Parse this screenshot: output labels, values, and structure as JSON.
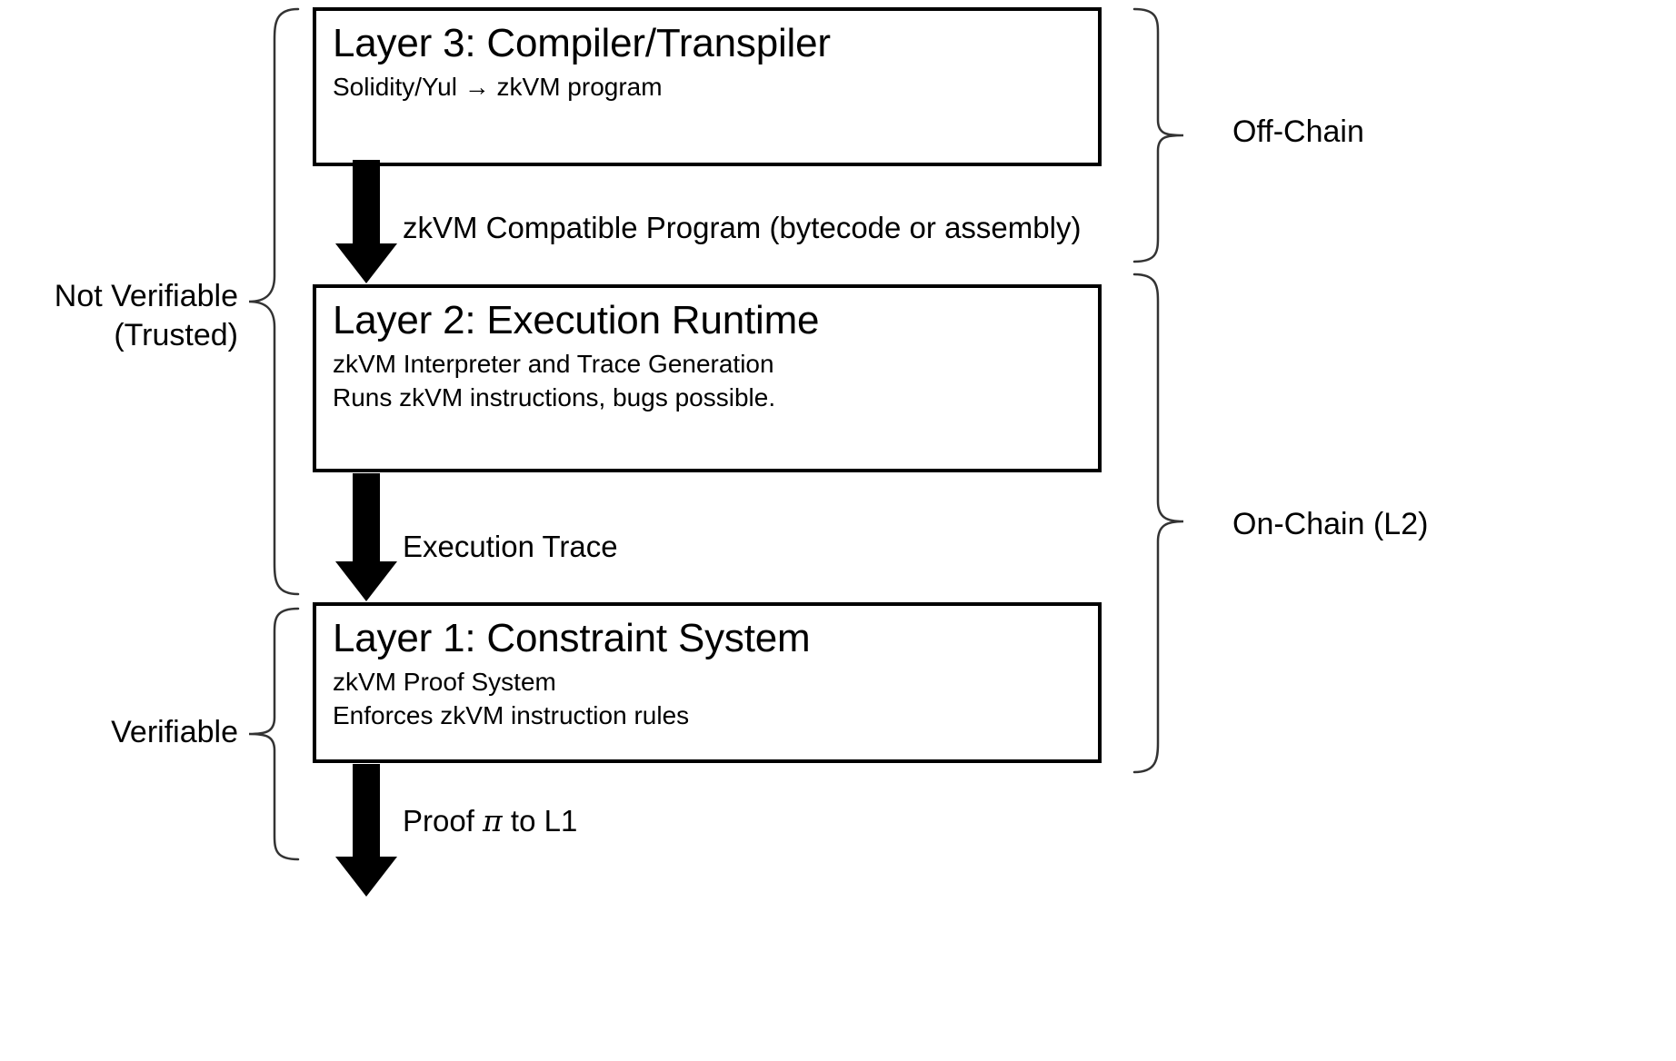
{
  "diagram": {
    "title": "zkVM layered architecture trust boundary diagram",
    "background_color": "#ffffff",
    "line_color": "#000000",
    "layers": [
      {
        "id": "layer-3",
        "title": "Layer 3: Compiler/Transpiler",
        "sublines": [
          "Solidity/Yul → zkVM program"
        ]
      },
      {
        "id": "layer-2",
        "title": "Layer 2: Execution Runtime",
        "sublines": [
          "zkVM Interpreter and Trace Generation",
          "Runs zkVM instructions, bugs possible."
        ]
      },
      {
        "id": "layer-1",
        "title": "Layer 1: Constraint System",
        "sublines": [
          "zkVM Proof System",
          "Enforces zkVM instruction rules"
        ]
      }
    ],
    "arrows": [
      {
        "id": "arrow-l3-l2",
        "label": "zkVM Compatible Program (bytecode or assembly)"
      },
      {
        "id": "arrow-l2-l1",
        "label": "Execution Trace"
      },
      {
        "id": "arrow-l1-out",
        "label_prefix": "Proof ",
        "label_symbol": "π",
        "label_suffix": " to L1"
      }
    ],
    "left_annotations": [
      {
        "id": "not-verifiable",
        "lines": [
          "Not Verifiable",
          "(Trusted)"
        ]
      },
      {
        "id": "verifiable",
        "lines": [
          "Verifiable"
        ]
      }
    ],
    "right_annotations": [
      {
        "id": "off-chain",
        "label": "Off-Chain"
      },
      {
        "id": "on-chain",
        "label": "On-Chain (L2)"
      }
    ]
  }
}
